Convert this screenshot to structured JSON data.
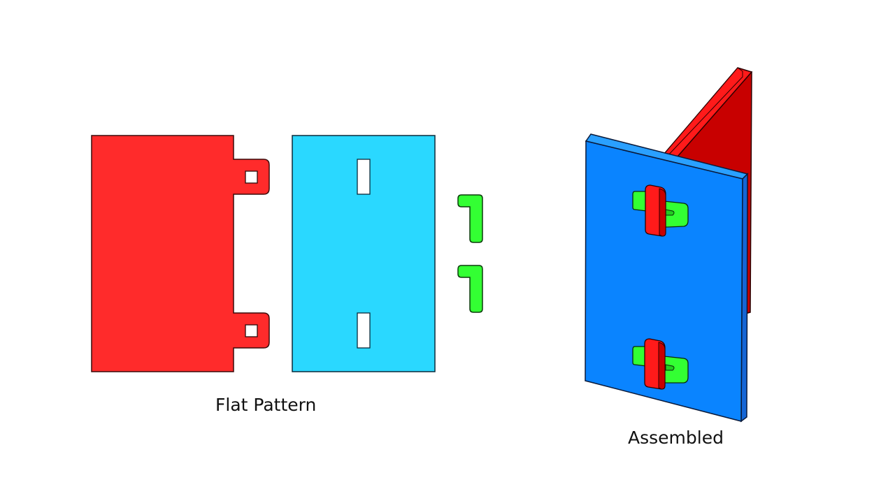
{
  "labels": {
    "flat_pattern": "Flat Pattern",
    "assembled": "Assembled"
  },
  "colors": {
    "background": "#ffffff",
    "red_panel": "#ff2b2b",
    "red_shadow": "#c80000",
    "red_bright": "#ff1a1a",
    "cyan_panel": "#2ad8ff",
    "blue_face": "#0a84ff",
    "blue_top": "#2aa0ff",
    "blue_side": "#1566d6",
    "green_clip": "#33ff33",
    "green_dark": "#22cc22",
    "outline": "#1a1a1a"
  },
  "flat_pattern": {
    "parts": [
      {
        "name": "red-panel-with-tabs",
        "tabs": 2,
        "square_holes": 2
      },
      {
        "name": "cyan-panel-with-slots",
        "slots": 2
      },
      {
        "name": "green-l-clip",
        "count": 2
      }
    ]
  },
  "assembled": {
    "parts": [
      {
        "name": "blue-panel"
      },
      {
        "name": "red-fin"
      },
      {
        "name": "clip-joint",
        "count": 2
      }
    ]
  }
}
